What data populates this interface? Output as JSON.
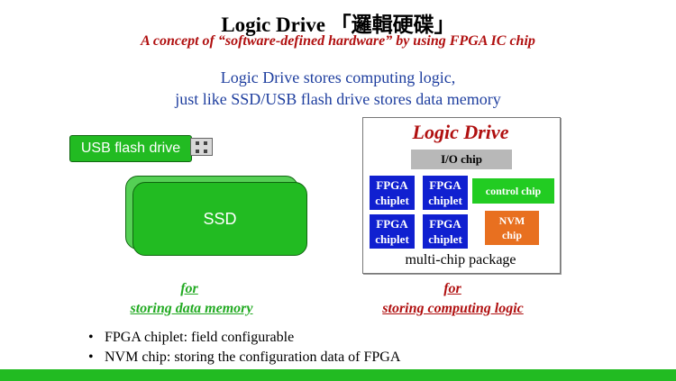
{
  "title": "Logic Drive 「邏輯硬碟」",
  "subtitle": "A concept of “software-defined hardware” by using FPGA  IC chip",
  "description": {
    "line1": "Logic Drive stores computing logic,",
    "line2": "just like SSD/USB flash drive stores data memory"
  },
  "left_diagram": {
    "usb_label": "USB flash drive",
    "ssd_label": "SSD",
    "for_text": "for",
    "purpose": "storing data memory"
  },
  "right_diagram": {
    "package_title": "Logic Drive",
    "io_chip": "I/O chip",
    "fpga_chiplets": [
      {
        "line1": "FPGA",
        "line2": "chiplet"
      },
      {
        "line1": "FPGA",
        "line2": "chiplet"
      },
      {
        "line1": "FPGA",
        "line2": "chiplet"
      },
      {
        "line1": "FPGA",
        "line2": "chiplet"
      }
    ],
    "control_chip": "control chip",
    "nvm_chip": {
      "line1": "NVM",
      "line2": "chip"
    },
    "package_label": "multi-chip package",
    "for_text": "for",
    "purpose": "storing computing logic"
  },
  "bullets": [
    "FPGA chiplet: field configurable",
    "NVM chip: storing the configuration data of FPGA"
  ],
  "colors": {
    "accent_red": "#b01010",
    "accent_blue": "#1f3f9f",
    "green": "#22bb22",
    "fpga_blue": "#1020d0",
    "nvm_orange": "#e87020",
    "io_gray": "#b8b8b8"
  }
}
